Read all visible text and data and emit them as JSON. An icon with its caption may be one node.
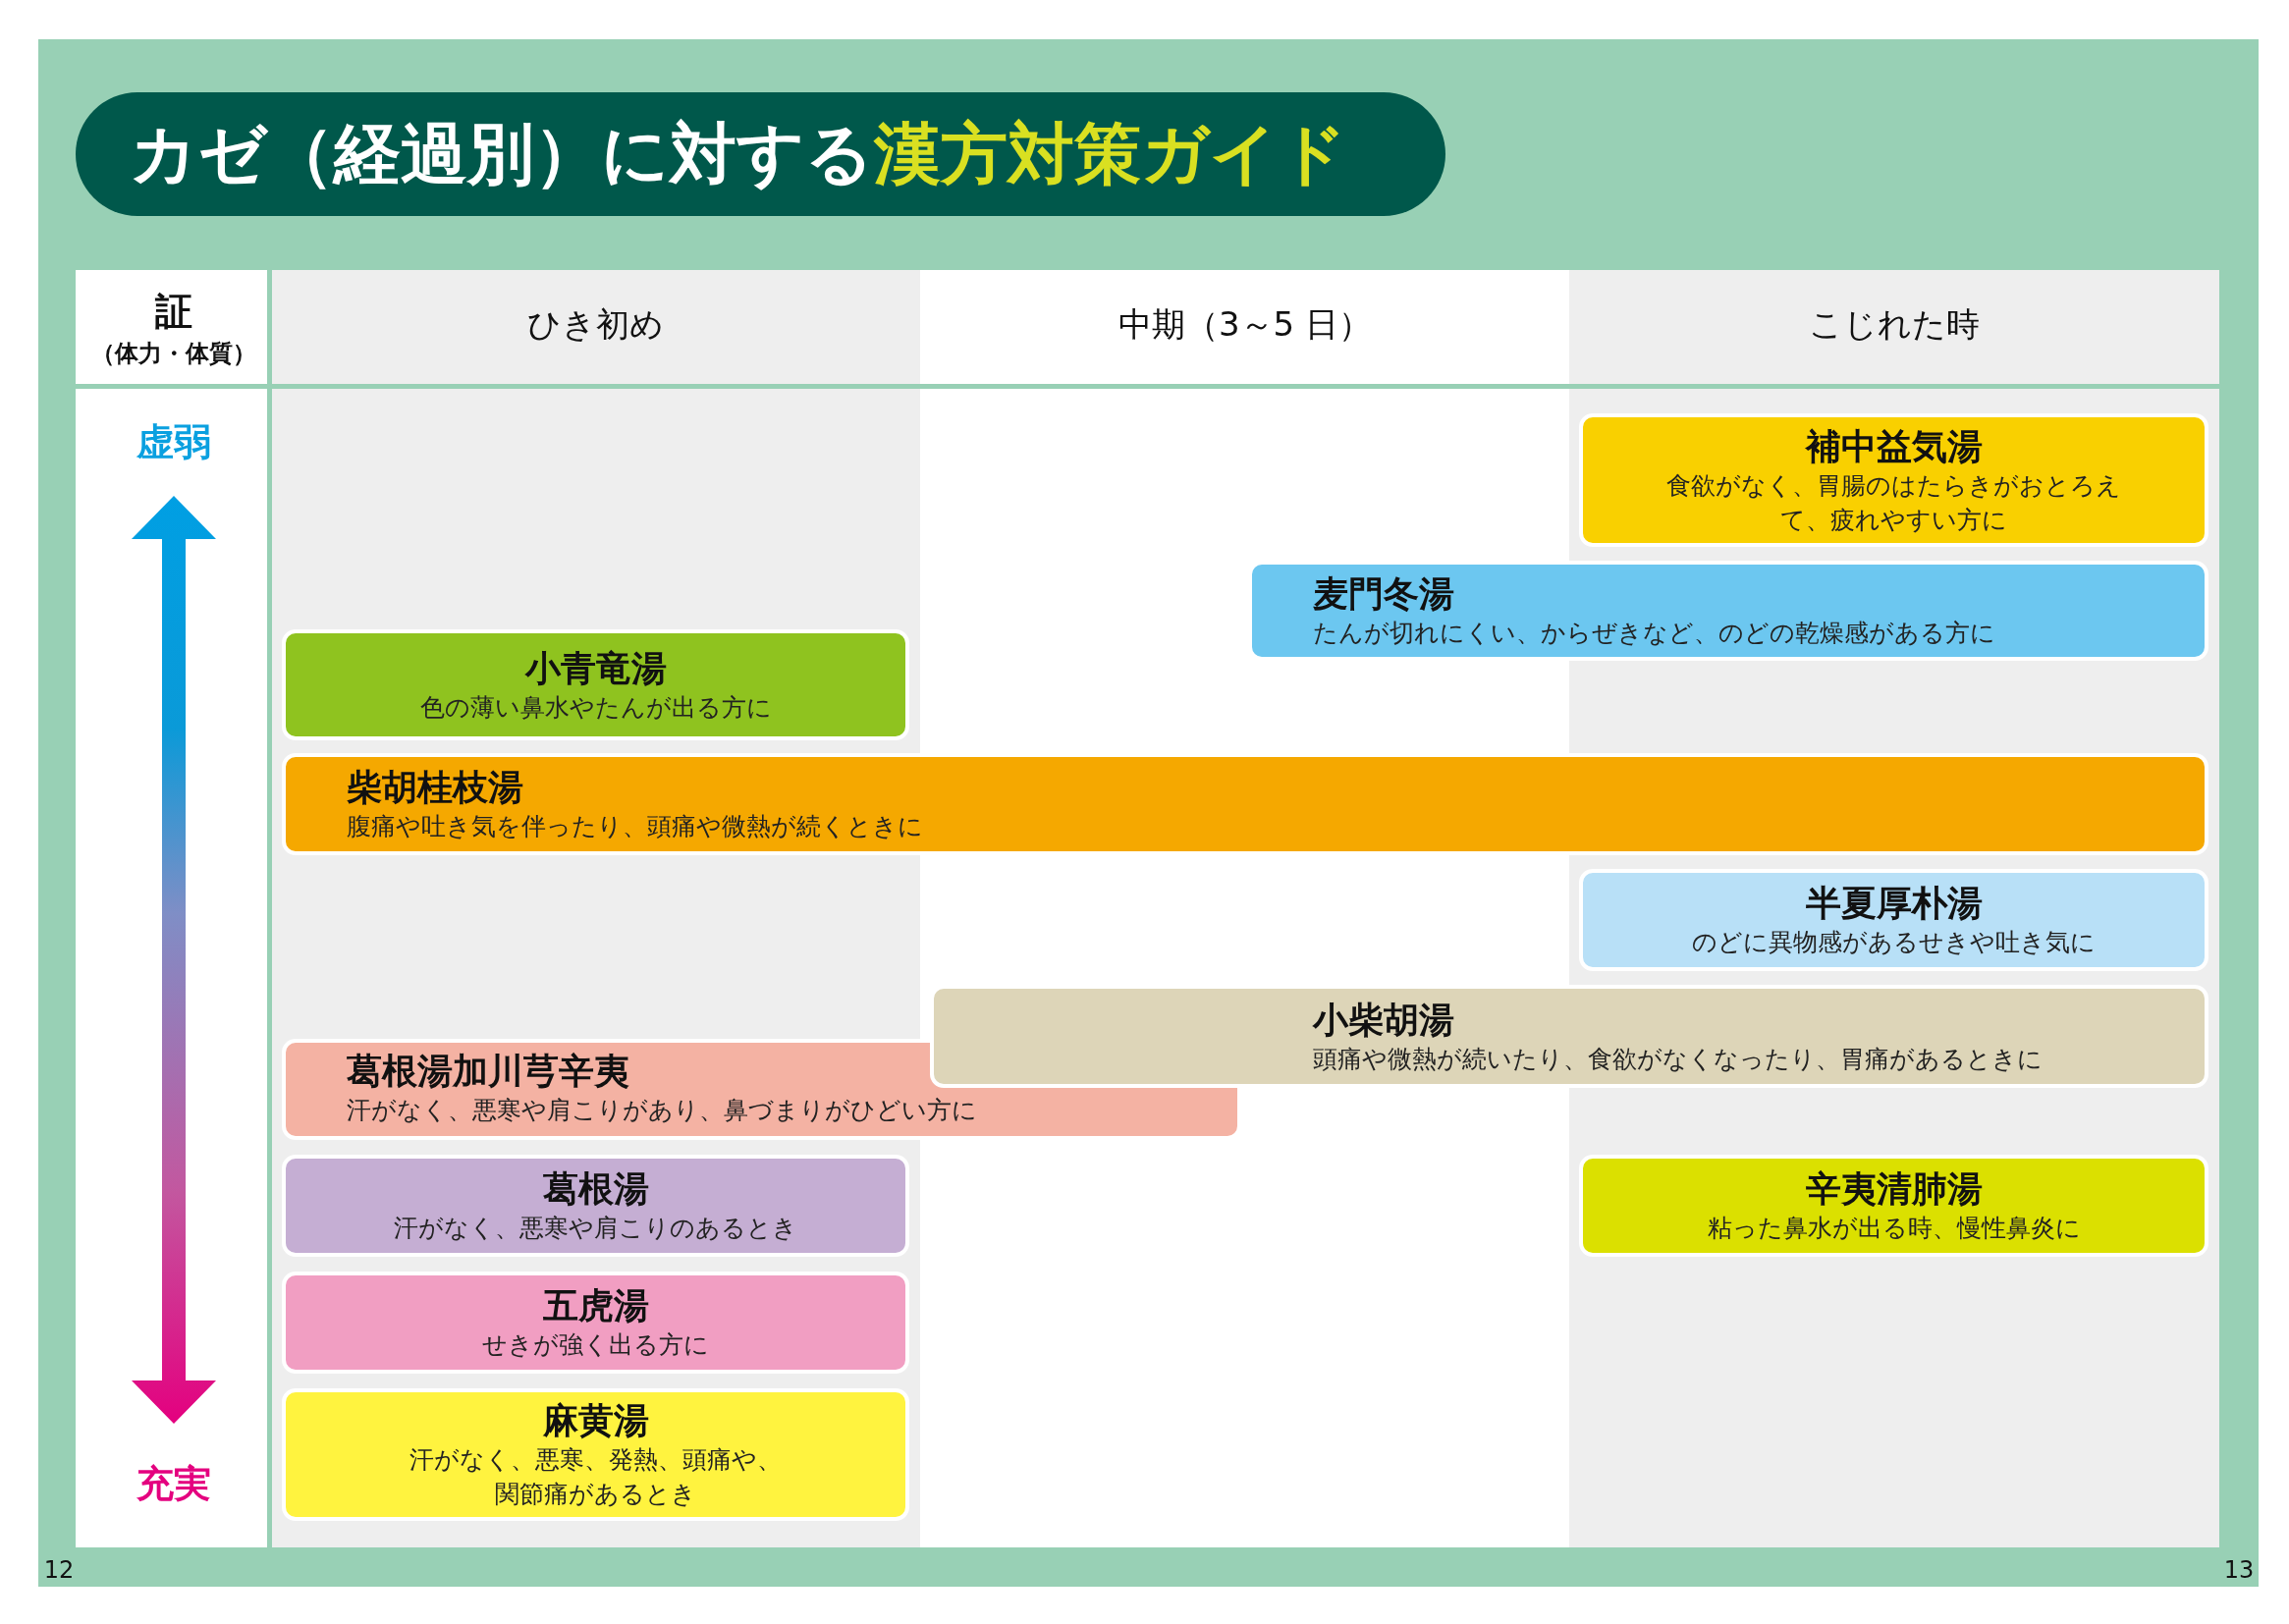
{
  "diagram": {
    "title": "カゼ（経過別）に対する**漢方対策ガイド**",
    "nodes": [
      {
        "text": [
          "補中益気湯",
          "食欲がなく、胃腸のはたらきがおとろえて、疲れやすい方に"
        ]
      },
      {
        "text": [
          "麦門冬湯",
          "たんが切れにくい、からぜきなど、のどの乾燥感がある方に"
        ]
      },
      {
        "text": [
          "小青竜湯",
          "色の薄い鼻水やたんが出る方に"
        ]
      },
      {
        "text": [
          "柴胡桂枝湯",
          "腹痛や吐き気を伴ったり、頭痛や微熱が続くときに"
        ]
      },
      {
        "text": [
          "半夏厚朴湯",
          "のどに異物感があるせきや吐き気に"
        ]
      },
      {
        "text": [
          "小柴胡湯",
          "頭痛や微熱が続いたり、食欲がなくなったり、胃痛があるときに"
        ]
      },
      {
        "text": [
          "葛根湯加川芎辛夷",
          "汗がなく、悪寒や肩こりがあり、鼻づまりがひどい方に"
        ]
      },
      {
        "text": [
          "葛根湯",
          "汗がなく、悪寒や肩こりのあるとき"
        ]
      },
      {
        "text": [
          "辛夷清肺湯",
          "粘った鼻水が出る時、慢性鼻炎に"
        ]
      },
      {
        "text": [
          "五虎湯",
          "せきが強く出る方に"
        ]
      },
      {
        "text": [
          "麻黄湯",
          "汗がなく、悪寒、発熱、頭痛や、関節痛があるとき"
        ]
      }
    ],
    "labels": [
      "証",
      "（体力・体質）",
      "ひき初め",
      "中期（3～5 日）",
      "こじれた時",
      "虚弱",
      "充実",
      "12",
      "13"
    ]
  }
}
